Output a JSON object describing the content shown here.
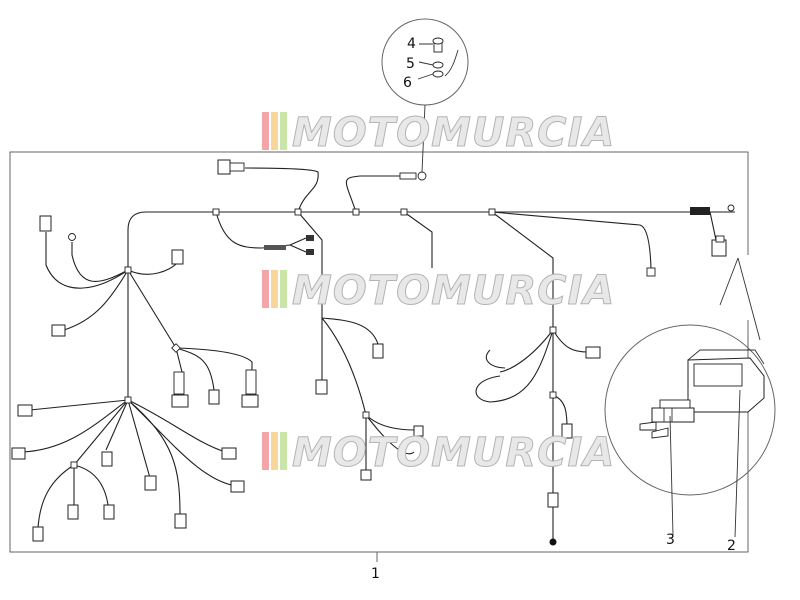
{
  "watermark": {
    "text": "MOTOMURCIA",
    "stripe_colors": [
      "#f4a6a6",
      "#f6d69a",
      "#c9e6a8",
      "#b8d8f0"
    ]
  },
  "callouts": {
    "c1": "1",
    "c2": "2",
    "c3": "3",
    "c4": "4",
    "c5": "5",
    "c6": "6"
  },
  "colors": {
    "line": "#222222",
    "frame": "#666666",
    "watermark_fill": "#e8e8e8"
  }
}
